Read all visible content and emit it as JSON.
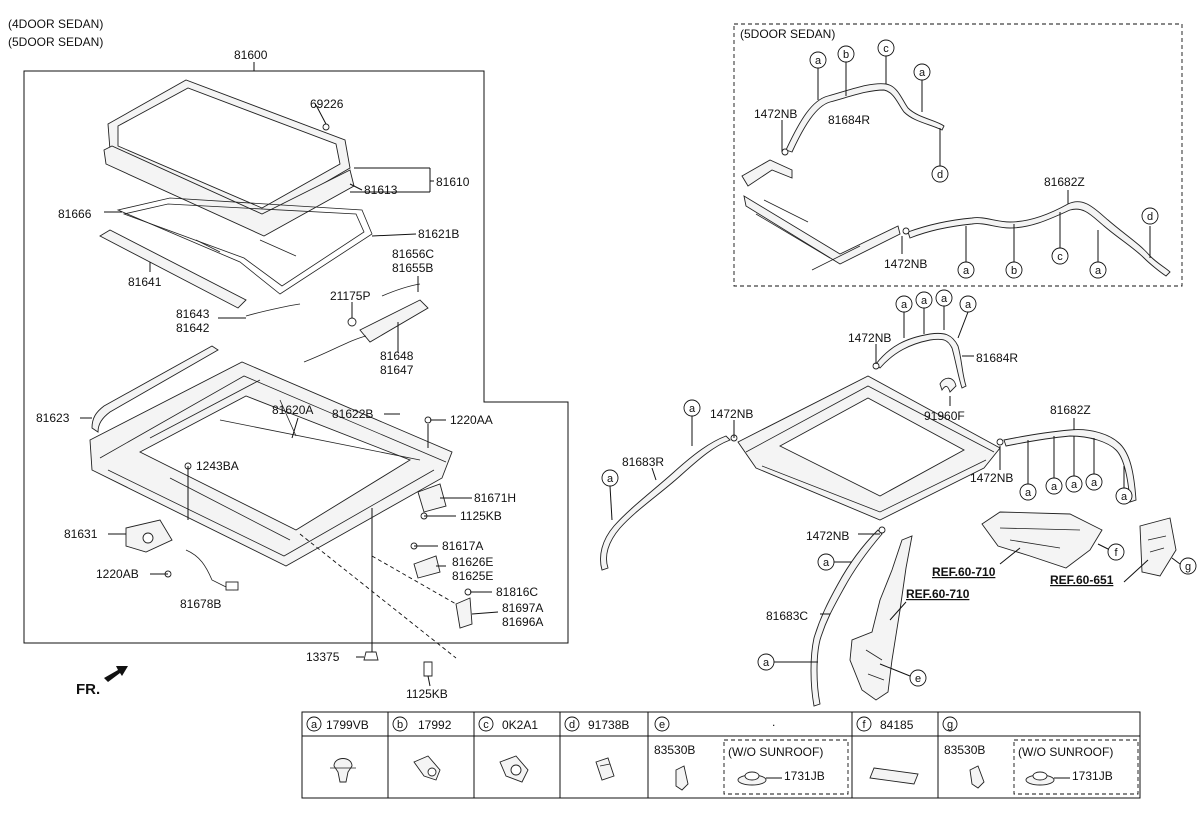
{
  "headers": [
    "(4DOOR SEDAN)",
    "(5DOOR SEDAN)",
    "(5DOOR SEDAN)"
  ],
  "fr_label": "FR.",
  "left_labels": [
    "81600",
    "69226",
    "81613",
    "81610",
    "81666",
    "81621B",
    "81641",
    "81656C",
    "81655B",
    "21175P",
    "81643",
    "81642",
    "81648",
    "81647",
    "81623",
    "81620A",
    "81622B",
    "1220AA",
    "1243BA",
    "81671H",
    "1125KB",
    "81631",
    "81617A",
    "81626E",
    "81625E",
    "1220AB",
    "81678B",
    "81816C",
    "81697A",
    "81696A",
    "13375",
    "1125KB"
  ],
  "top_right_labels": [
    "1472NB",
    "81684R",
    "81682Z",
    "1472NB"
  ],
  "right_labels": [
    "1472NB",
    "81684R",
    "1472NB",
    "91960F",
    "81682Z",
    "81683R",
    "1472NB",
    "1472NB",
    "81683C"
  ],
  "refs": [
    "REF.60-710",
    "REF.60-710",
    "REF.60-651"
  ],
  "callouts": {
    "top_right": [
      "a",
      "b",
      "c",
      "a",
      "d",
      "a",
      "b",
      "c",
      "a",
      "d"
    ],
    "right": [
      "a",
      "a",
      "a",
      "a",
      "a",
      "a",
      "a",
      "a",
      "a",
      "a",
      "a",
      "a",
      "f",
      "g",
      "e"
    ]
  },
  "legend": [
    {
      "key": "a",
      "part": "1799VB"
    },
    {
      "key": "b",
      "part": "17992"
    },
    {
      "key": "c",
      "part": "0K2A1"
    },
    {
      "key": "d",
      "part": "91738B"
    },
    {
      "key": "e",
      "part": "83530B",
      "note": "(W/O SUNROOF)",
      "alt": "1731JB",
      "extra": "."
    },
    {
      "key": "f",
      "part": "84185"
    },
    {
      "key": "g",
      "part": "83530B",
      "note": "(W/O SUNROOF)",
      "alt": "1731JB"
    }
  ]
}
